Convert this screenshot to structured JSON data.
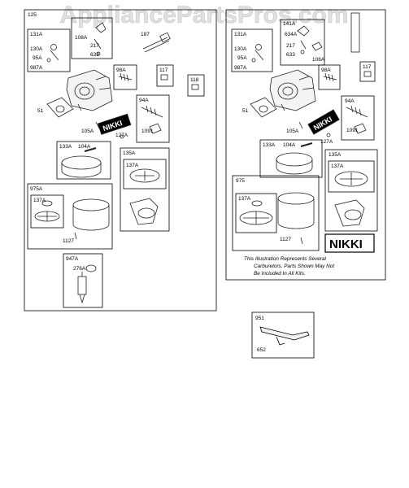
{
  "watermark": "AppliancePartsPros.com",
  "left_panel": {
    "number": "125",
    "parts": {
      "p131A": "131A",
      "p130A": "130A",
      "p95A": "95A",
      "p987A": "987A",
      "p108A": "108A",
      "p217": "217",
      "p633": "633",
      "p187": "187",
      "p98A": "98A",
      "p117": "117",
      "p118": "118",
      "p51": "51",
      "p94A": "94A",
      "p105A": "105A",
      "p127A": "127A",
      "p1091": "1091",
      "p133A": "133A",
      "p104A": "104A",
      "p135A": "135A",
      "p137A_a": "137A",
      "p975A": "975A",
      "p137A_b": "137A",
      "p1127": "1127",
      "p947A": "947A",
      "p276A": "276A"
    },
    "brand_label": "NIKKI"
  },
  "right_panel": {
    "parts": {
      "p131A": "131A",
      "p130A": "130A",
      "p95A": "95A",
      "p987A": "987A",
      "p141A": "141A",
      "p634A": "634A",
      "p217": "217",
      "p633": "633",
      "p108A": "108A",
      "p98A": "98A",
      "p117": "117",
      "p51": "51",
      "p94A": "94A",
      "p105A": "105A",
      "p127A": "127A",
      "p1091": "1091",
      "p133A": "133A",
      "p104A": "104A",
      "p135A": "135A",
      "p137A_a": "137A",
      "p975": "975",
      "p137A_b": "137A",
      "p1127": "1127"
    },
    "brand_label": "NIKKI",
    "brand_box_label": "NIKKI",
    "note_line1": "This Illustration Represents Several",
    "note_line2": "Carburetors. Parts Shown May Not",
    "note_line3": "Be Included In All Kits."
  },
  "bottom_panel": {
    "p951": "951",
    "p652": "652"
  }
}
